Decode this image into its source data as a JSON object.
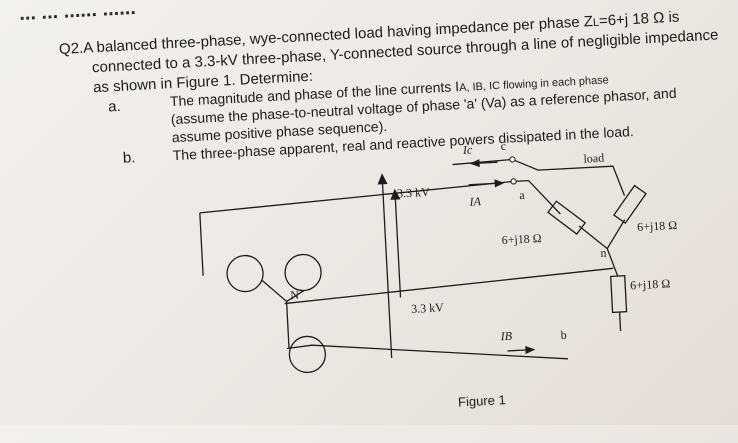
{
  "header_fragment": "... ... ...... ......",
  "question": {
    "title": "Q2.A balanced three-phase, wye-connected load having impedance per phase Z",
    "title_sub": "L",
    "title_tail": "=6+j 18 Ω is",
    "line2": "connected to a 3.3-kV three-phase, Y-connected source through a line of negligible impedance",
    "line3": "as shown in Figure 1.  Determine:"
  },
  "part_a": {
    "marker": "a.",
    "line1": "The magnitude and phase of the line currents I",
    "line1_tail": "A, IB, IC flowing in each phase",
    "line2": "(assume the phase-to-neutral voltage of phase 'a' (Va) as a reference phasor, and",
    "line3": "assume positive phase sequence)."
  },
  "part_b": {
    "marker": "b.",
    "line": "The three-phase apparent, real and reactive powers dissipated in the load."
  },
  "figure": {
    "caption": "Figure 1",
    "load_label": "load",
    "voltage_top": "3.3 kV",
    "voltage_bottom": "3.3 kV",
    "neutral_source": "N",
    "neutral_load": "n",
    "node_a": "a",
    "node_b": "b",
    "node_c": "c",
    "current_a": "IA",
    "current_b": "IB",
    "current_c": "Ic",
    "impedance_a": "6+j18 Ω",
    "impedance_c": "6+j18 Ω",
    "impedance_b": "6+j18 Ω"
  },
  "colors": {
    "ink": "#1c1c1c",
    "paper": "#f1eeea"
  }
}
